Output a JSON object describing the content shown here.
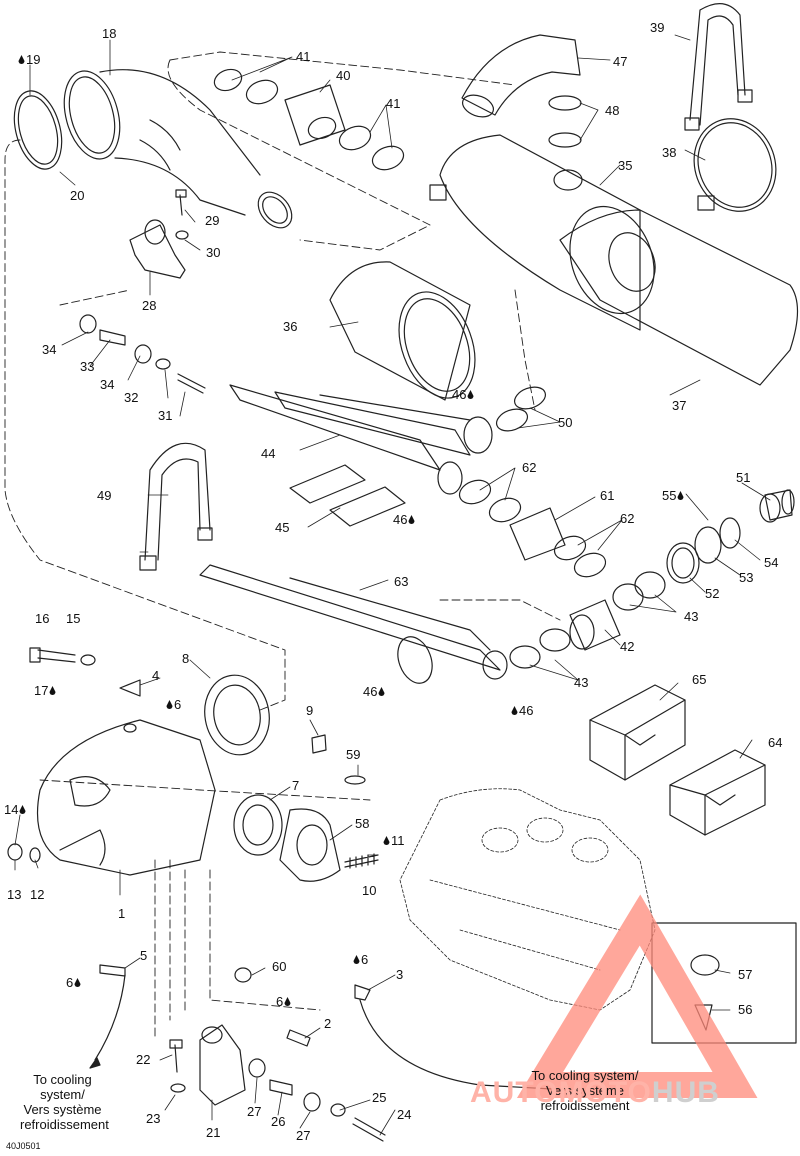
{
  "figure_code": "40J0501",
  "notes": {
    "cooling_left": [
      "To cooling",
      "system/",
      "Vers système",
      "refroidissement"
    ],
    "cooling_right": [
      "To cooling system/",
      "Vers système",
      "refroidissement"
    ]
  },
  "watermark": {
    "part1": "AUTOMOTO",
    "part2": "HUB"
  },
  "callouts": [
    {
      "id": "c1",
      "text": "1"
    },
    {
      "id": "c2",
      "text": "2"
    },
    {
      "id": "c3",
      "text": "3"
    },
    {
      "id": "c4",
      "text": "4"
    },
    {
      "id": "c5",
      "text": "5"
    },
    {
      "id": "c6a",
      "text": "6"
    },
    {
      "id": "c6b",
      "text": "6"
    },
    {
      "id": "c6c",
      "text": "6"
    },
    {
      "id": "c6d",
      "text": "6"
    },
    {
      "id": "c7",
      "text": "7"
    },
    {
      "id": "c8",
      "text": "8"
    },
    {
      "id": "c9",
      "text": "9"
    },
    {
      "id": "c10",
      "text": "10"
    },
    {
      "id": "c11",
      "text": "11"
    },
    {
      "id": "c12",
      "text": "12"
    },
    {
      "id": "c13",
      "text": "13"
    },
    {
      "id": "c14",
      "text": "14"
    },
    {
      "id": "c15",
      "text": "15"
    },
    {
      "id": "c16",
      "text": "16"
    },
    {
      "id": "c17",
      "text": "17"
    },
    {
      "id": "c18",
      "text": "18"
    },
    {
      "id": "c19",
      "text": "19"
    },
    {
      "id": "c20",
      "text": "20"
    },
    {
      "id": "c21",
      "text": "21"
    },
    {
      "id": "c22",
      "text": "22"
    },
    {
      "id": "c23",
      "text": "23"
    },
    {
      "id": "c24",
      "text": "24"
    },
    {
      "id": "c25",
      "text": "25"
    },
    {
      "id": "c26",
      "text": "26"
    },
    {
      "id": "c27a",
      "text": "27"
    },
    {
      "id": "c27b",
      "text": "27"
    },
    {
      "id": "c28",
      "text": "28"
    },
    {
      "id": "c29",
      "text": "29"
    },
    {
      "id": "c30",
      "text": "30"
    },
    {
      "id": "c31",
      "text": "31"
    },
    {
      "id": "c32",
      "text": "32"
    },
    {
      "id": "c33",
      "text": "33"
    },
    {
      "id": "c34a",
      "text": "34"
    },
    {
      "id": "c34b",
      "text": "34"
    },
    {
      "id": "c35",
      "text": "35"
    },
    {
      "id": "c36",
      "text": "36"
    },
    {
      "id": "c37",
      "text": "37"
    },
    {
      "id": "c38",
      "text": "38"
    },
    {
      "id": "c39",
      "text": "39"
    },
    {
      "id": "c40",
      "text": "40"
    },
    {
      "id": "c41a",
      "text": "41"
    },
    {
      "id": "c41b",
      "text": "41"
    },
    {
      "id": "c42",
      "text": "42"
    },
    {
      "id": "c43a",
      "text": "43"
    },
    {
      "id": "c43b",
      "text": "43"
    },
    {
      "id": "c44",
      "text": "44"
    },
    {
      "id": "c45",
      "text": "45"
    },
    {
      "id": "c46a",
      "text": "46"
    },
    {
      "id": "c46b",
      "text": "46"
    },
    {
      "id": "c46c",
      "text": "46"
    },
    {
      "id": "c46d",
      "text": "46"
    },
    {
      "id": "c47",
      "text": "47"
    },
    {
      "id": "c48",
      "text": "48"
    },
    {
      "id": "c49",
      "text": "49"
    },
    {
      "id": "c50",
      "text": "50"
    },
    {
      "id": "c51",
      "text": "51"
    },
    {
      "id": "c52",
      "text": "52"
    },
    {
      "id": "c53",
      "text": "53"
    },
    {
      "id": "c54",
      "text": "54"
    },
    {
      "id": "c55",
      "text": "55"
    },
    {
      "id": "c56",
      "text": "56"
    },
    {
      "id": "c57",
      "text": "57"
    },
    {
      "id": "c58",
      "text": "58"
    },
    {
      "id": "c59",
      "text": "59"
    },
    {
      "id": "c60",
      "text": "60"
    },
    {
      "id": "c61",
      "text": "61"
    },
    {
      "id": "c62a",
      "text": "62"
    },
    {
      "id": "c62b",
      "text": "62"
    },
    {
      "id": "c63",
      "text": "63"
    },
    {
      "id": "c64",
      "text": "64"
    },
    {
      "id": "c65",
      "text": "65"
    }
  ]
}
